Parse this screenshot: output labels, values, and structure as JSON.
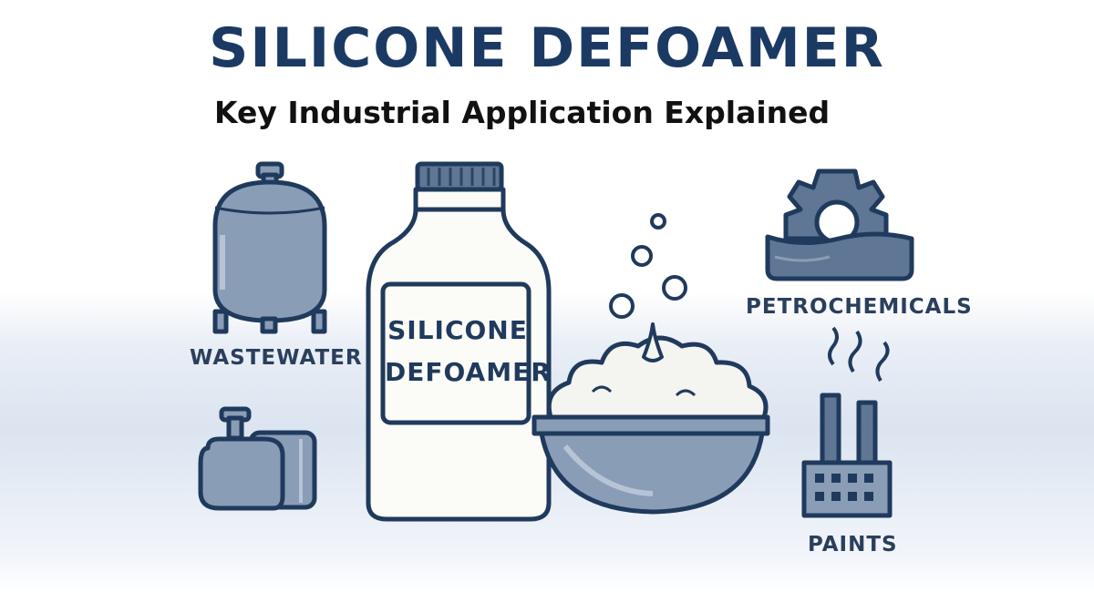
{
  "title": "SILICONE DEFOAMER",
  "subtitle": "Key Industrial Application Explained",
  "bottle": {
    "label_line1": "SILICONE",
    "label_line2": "DEFOAMER"
  },
  "labels": {
    "wastewater": "WASTEWATER",
    "petrochemicals": "PETROCHEMICALS",
    "paints": "PAINTS"
  },
  "colors": {
    "title": "#1b3a63",
    "subtitle": "#111111",
    "outline": "#1f3a5c",
    "fill_steel": "#8a9db6",
    "fill_dark": "#5f7694",
    "bottle": "#fbfbf8",
    "foam": "#f4f4f0",
    "label_text": "#2a3f5c"
  },
  "icons": {
    "tank": "storage-tank-icon",
    "pump": "pump-icon",
    "gear": "gear-icon",
    "factory": "factory-icon",
    "bowl": "foam-bowl-icon",
    "bubbles": "bubbles-icon"
  }
}
